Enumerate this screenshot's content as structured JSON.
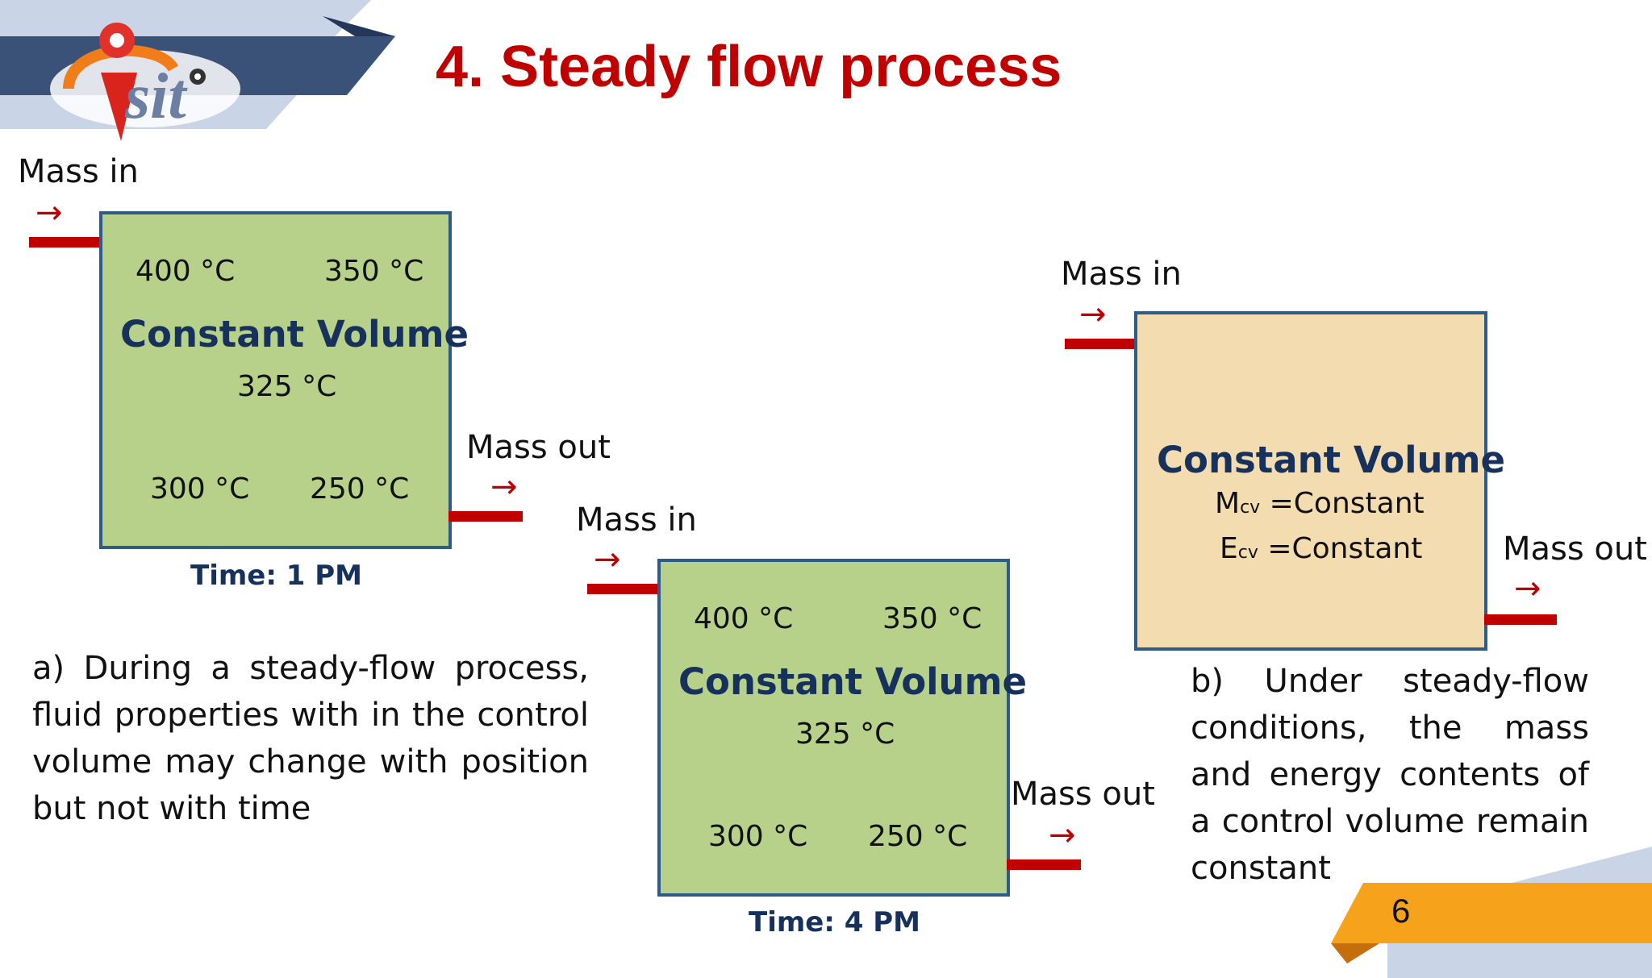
{
  "header": {
    "logo_text": "sit",
    "title": "4. Steady flow process"
  },
  "diagram_a": {
    "mass_in": "Mass in",
    "mass_out": "Mass out",
    "arrow": "→",
    "box_label": "Constant Volume",
    "t_top_left": "400 °C",
    "t_top_right": "350 °C",
    "t_center": "325 °C",
    "t_bottom_left": "300 °C",
    "t_bottom_right": "250 °C",
    "time": "Time: 1 PM"
  },
  "diagram_b": {
    "mass_in": "Mass in",
    "mass_out": "Mass out",
    "arrow": "→",
    "box_label": "Constant Volume",
    "t_top_left": "400 °C",
    "t_top_right": "350 °C",
    "t_center": "325 °C",
    "t_bottom_left": "300 °C",
    "t_bottom_right": "250 °C",
    "time": "Time: 4 PM"
  },
  "diagram_c": {
    "mass_in": "Mass in",
    "mass_out": "Mass out",
    "arrow": "→",
    "box_label": "Constant Volume",
    "m_symbol": "M",
    "m_sub": "cv",
    "m_text": " =Constant",
    "e_symbol": "E",
    "e_sub": "cv",
    "e_text": " =Constant"
  },
  "text_a": "a) During a steady-flow process, fluid properties with in the control volume may change with position but not with time",
  "text_b": "b) Under steady-flow conditions, the mass and energy contents of a control volume remain constant",
  "page_number": "6",
  "colors": {
    "title_red": "#c00000",
    "box_green": "#b7d18b",
    "box_tan": "#f2dcb0",
    "navy": "#16325c",
    "banner_navy": "#3b5278",
    "banner_light": "#c9d4e6",
    "orange": "#f7a21b"
  }
}
